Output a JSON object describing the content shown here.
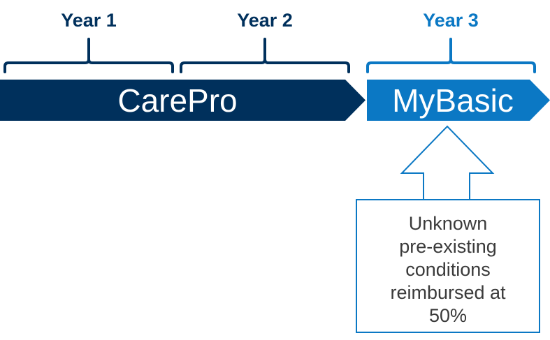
{
  "colors": {
    "dark_navy": "#00305c",
    "bright_blue": "#0b78c4",
    "text_gray": "#3a3a3a",
    "white": "#ffffff"
  },
  "years": [
    {
      "label": "Year 1"
    },
    {
      "label": "Year 2"
    },
    {
      "label": "Year 3"
    }
  ],
  "plans": {
    "carepro": {
      "label": "CarePro"
    },
    "mybasic": {
      "label": "MyBasic"
    }
  },
  "callout": {
    "lines": [
      "Unknown",
      "pre-existing",
      "conditions",
      "reimbursed at",
      "50%"
    ]
  }
}
